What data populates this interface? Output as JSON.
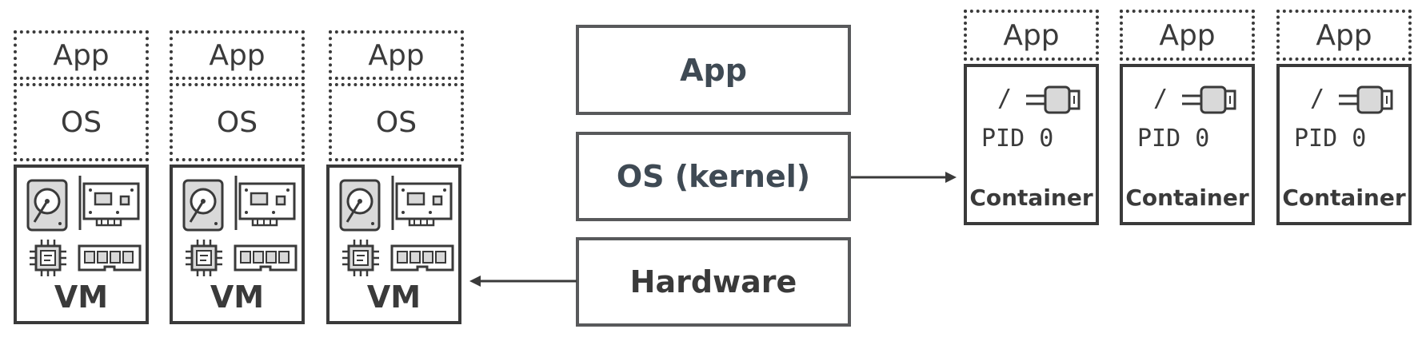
{
  "vms": [
    {
      "app": "App",
      "os": "OS",
      "label": "VM"
    },
    {
      "app": "App",
      "os": "OS",
      "label": "VM"
    },
    {
      "app": "App",
      "os": "OS",
      "label": "VM"
    }
  ],
  "stack": {
    "app": "App",
    "os": "OS (kernel)",
    "hardware": "Hardware"
  },
  "containers": [
    {
      "app": "App",
      "root": "/",
      "pid": "PID 0",
      "label": "Container"
    },
    {
      "app": "App",
      "root": "/",
      "pid": "PID 0",
      "label": "Container"
    },
    {
      "app": "App",
      "root": "/",
      "pid": "PID 0",
      "label": "Container"
    }
  ],
  "colors": {
    "stroke": "#3a3a3a",
    "box_stroke": "#58595b",
    "text_dark": "#3f4a54",
    "icon_fill": "#d9d9d9"
  },
  "icons": [
    "hard-disk-icon",
    "circuit-board-icon",
    "cpu-chip-icon",
    "ram-module-icon",
    "plug-icon"
  ]
}
